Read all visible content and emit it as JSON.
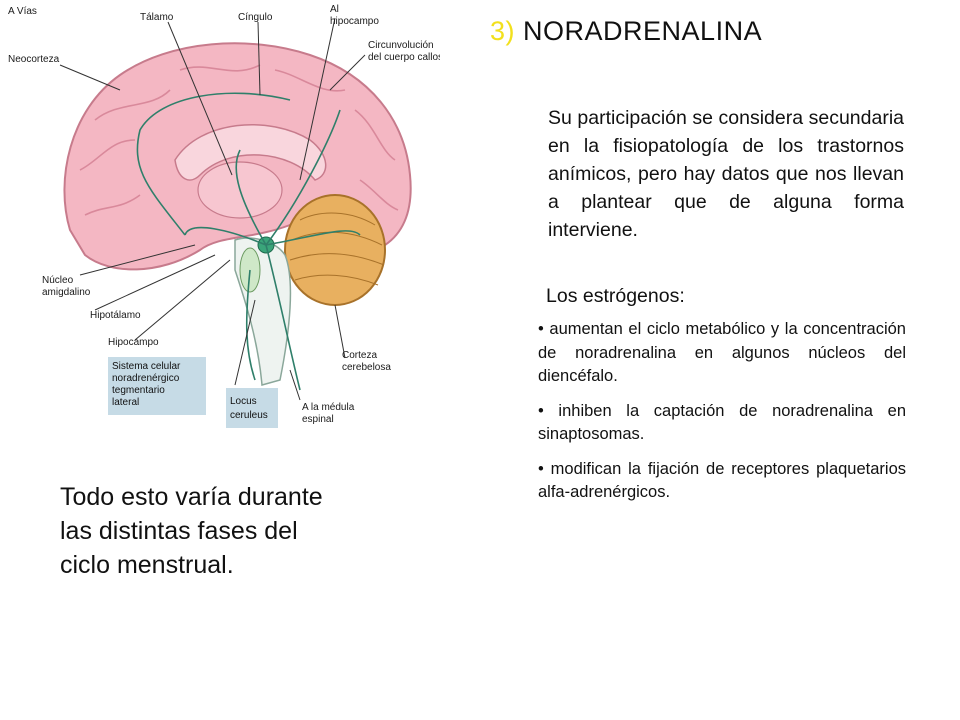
{
  "figure": {
    "labels": {
      "vias": "A  Vías",
      "talamo": "Tálamo",
      "cingulo": "Cíngulo",
      "al_hipocampo_1": "Al",
      "al_hipocampo_2": "hipocampo",
      "circunvolucion_1": "Circunvolución",
      "circunvolucion_2": "del cuerpo calloso",
      "neocorteza": "Neocorteza",
      "nucleo_1": "Núcleo",
      "nucleo_2": "amigdalino",
      "hipotalamo": "Hipotálamo",
      "hipocampo": "Hipocampo",
      "sistema_1": "Sistema celular",
      "sistema_2": "noradrenérgico",
      "sistema_3": "tegmentario",
      "sistema_4": "lateral",
      "locus_1": "Locus",
      "locus_2": "ceruleus",
      "medula_1": "A la médula",
      "medula_2": "espinal",
      "corteza_1": "Corteza",
      "corteza_2": "cerebelosa"
    }
  },
  "slide": {
    "title_number": "3)",
    "title_text": "NORADRENALINA",
    "paragraph": "Su participación se considera secundaria en la fisiopatología de los trastornos anímicos, pero hay datos que nos llevan a plantear que de alguna forma interviene.",
    "subheading": "Los estrógenos:",
    "bullets": [
      "• aumentan el ciclo metabólico y la concentración de noradrenalina en algunos núcleos del diencéfalo.",
      "• inhiben la captación de noradrenalina en sinaptosomas.",
      "• modifican la fijación de receptores plaquetarios alfa-adrenérgicos."
    ],
    "bottom_text": "Todo esto varía durante las distintas fases del ciclo menstrual."
  }
}
